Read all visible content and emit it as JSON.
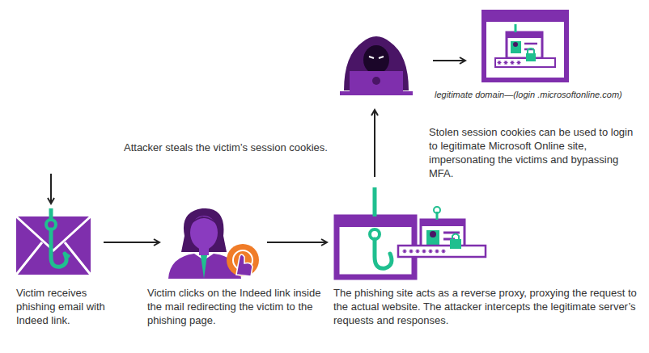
{
  "diagram": {
    "nodes": [
      {
        "text": [
          "Victim receives phishing email with Indeed link."
        ]
      },
      {
        "text": [
          "Victim clicks on the Indeed link inside the mail redirecting the victim to the phishing page."
        ]
      },
      {
        "text": [
          "The phishing site acts as a reverse proxy, proxying the request to the actual website. The attacker intercepts the legitimate server’s requests and responses."
        ]
      },
      {
        "text": []
      },
      {
        "text": [
          "legitimate domain—(login .microsoftonline.com)"
        ]
      }
    ],
    "edges": [
      {
        "from": 0,
        "to": 1,
        "arrow": "to"
      },
      {
        "from": 1,
        "to": 2,
        "arrow": "to"
      },
      {
        "from": 2,
        "to": 3,
        "arrow": "to",
        "label": "Attacker steals the victim’s session cookies."
      },
      {
        "from": 3,
        "to": 4,
        "arrow": "to"
      }
    ],
    "labels": [
      "Stolen session cookies can be used to login to legitimate Microsoft Online site, impersonating the victims and bypassing MFA."
    ]
  }
}
